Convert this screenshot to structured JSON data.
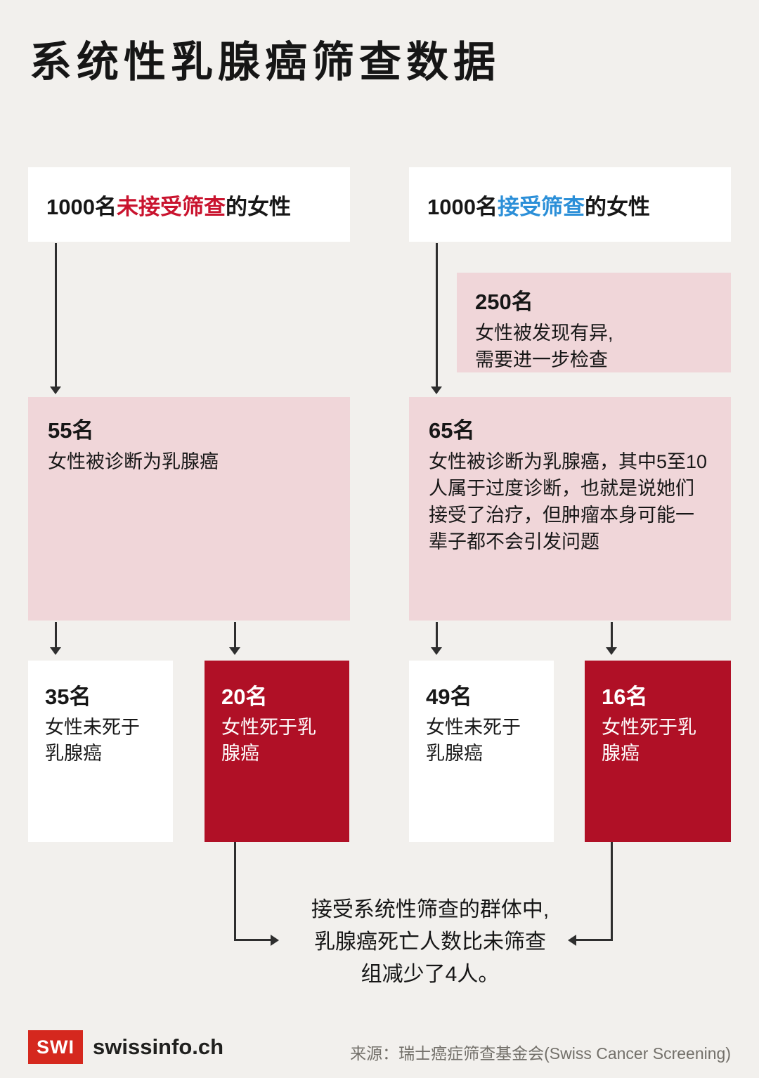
{
  "title": "系统性乳腺癌筛查数据",
  "colors": {
    "background": "#f2f0ed",
    "highlight_red": "#c9132e",
    "highlight_blue": "#2b8fd8",
    "pink_box": "#f0d6d9",
    "dark_red_box": "#b01026",
    "logo_red": "#d5281e"
  },
  "left_column": {
    "header": {
      "prefix": "1000名",
      "highlight": "未接受筛查",
      "suffix": "的女性"
    },
    "diagnosed": {
      "number": "55名",
      "text": "女性被诊断为乳腺癌"
    },
    "survived": {
      "number": "35名",
      "text": "女性未死于乳腺癌"
    },
    "died": {
      "number": "20名",
      "text": "女性死于乳腺癌"
    }
  },
  "right_column": {
    "header": {
      "prefix": "1000名",
      "highlight": "接受筛查",
      "suffix": "的女性"
    },
    "recall": {
      "number": "250名",
      "line1": "女性被发现有异,",
      "line2": "需要进一步检查"
    },
    "diagnosed": {
      "number": "65名",
      "text": "女性被诊断为乳腺癌，其中5至10人属于过度诊断，也就是说她们接受了治疗，但肿瘤本身可能一辈子都不会引发问题"
    },
    "survived": {
      "number": "49名",
      "text": "女性未死于乳腺癌"
    },
    "died": {
      "number": "16名",
      "text": "女性死于乳腺癌"
    }
  },
  "conclusion": {
    "line1": "接受系统性筛查的群体中,",
    "line2": "乳腺癌死亡人数比未筛查",
    "line3": "组减少了4人。"
  },
  "footer": {
    "logo": "SWI",
    "brand": "swissinfo.ch",
    "source": "来源：瑞士癌症筛查基金会(Swiss Cancer Screening)"
  }
}
